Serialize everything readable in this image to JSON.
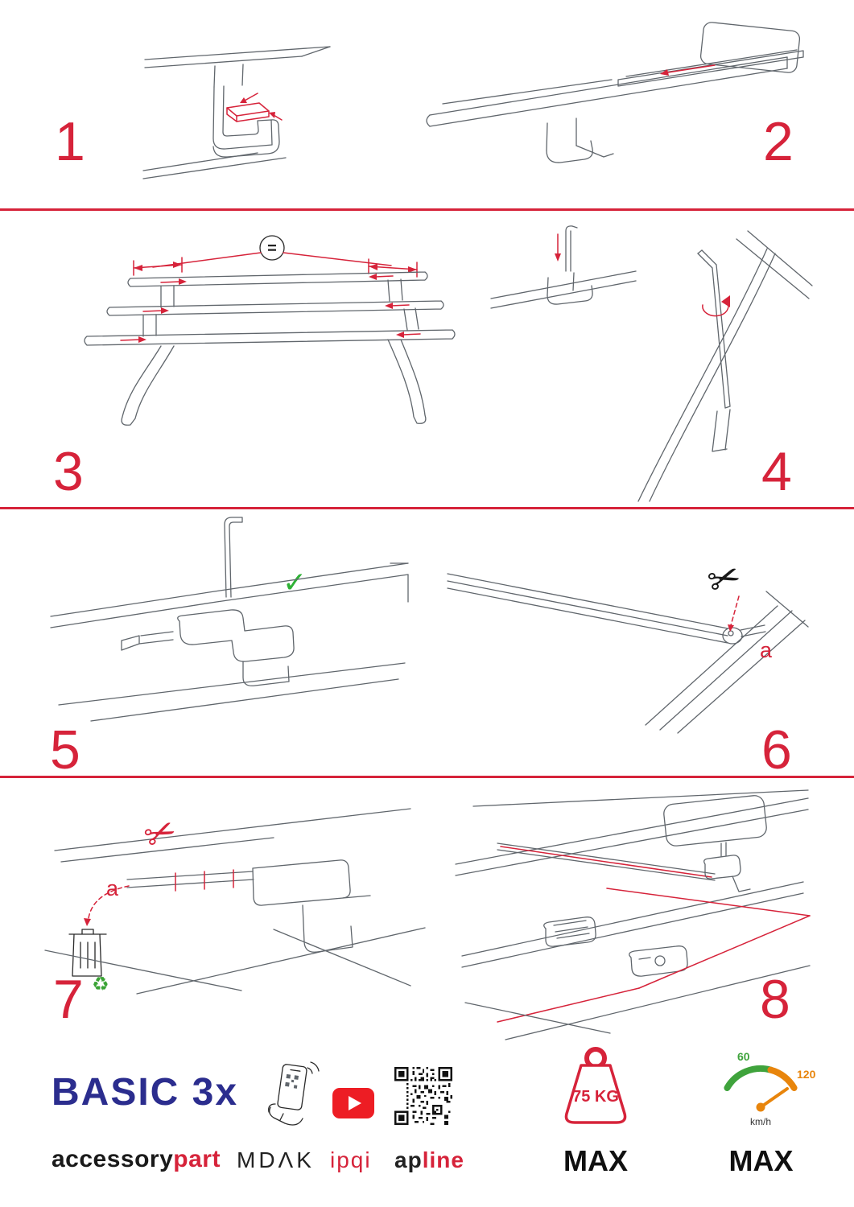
{
  "colors": {
    "accent_red": "#d6233a",
    "brand_blue": "#2b2d8e",
    "check_green": "#2eb135",
    "gauge_green": "#3fa33c",
    "gauge_orange": "#e8850c"
  },
  "steps": [
    {
      "number": "1"
    },
    {
      "number": "2"
    },
    {
      "number": "3",
      "annotation": "="
    },
    {
      "number": "4"
    },
    {
      "number": "5",
      "annotation": "✓"
    },
    {
      "number": "6",
      "annotation": "a"
    },
    {
      "number": "7",
      "annotation": "a"
    },
    {
      "number": "8"
    }
  ],
  "icons": {
    "scissors": "✂",
    "recycle": "♻"
  },
  "footer": {
    "product_name": "BASIC 3x",
    "brand_part1": "accessory",
    "brand_part2": "part",
    "partner_mdak": "MDΛK",
    "partner_ipqi": "ipqi",
    "partner_apline_part1": "ap",
    "partner_apline_part2": "line",
    "weight_limit": {
      "value": "75 KG",
      "label": "MAX"
    },
    "speed_limit": {
      "tick_low": "60",
      "tick_high": "120",
      "unit": "km/h",
      "label": "MAX"
    }
  }
}
